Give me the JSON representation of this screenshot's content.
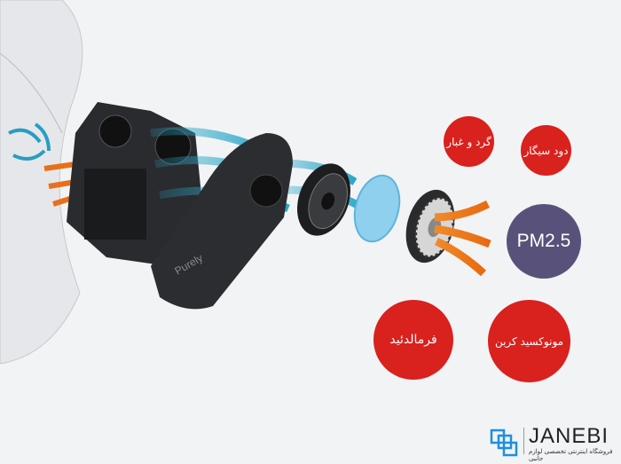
{
  "pollutants": [
    {
      "label": "گرد و غبار",
      "color": "#d9211d"
    },
    {
      "label": "دود سیگار",
      "color": "#d9211d"
    },
    {
      "label": "PM2.5",
      "color": "#58527a"
    },
    {
      "label": "فرمالدئید",
      "color": "#d9211d"
    },
    {
      "label": "مونوکسید کربن",
      "color": "#d9211d"
    }
  ],
  "product": {
    "brand_label": "Purely"
  },
  "logo": {
    "name": "JANEBI",
    "tagline": "فروشگاه اینترنتی تخصصی لوازم جانبی"
  }
}
